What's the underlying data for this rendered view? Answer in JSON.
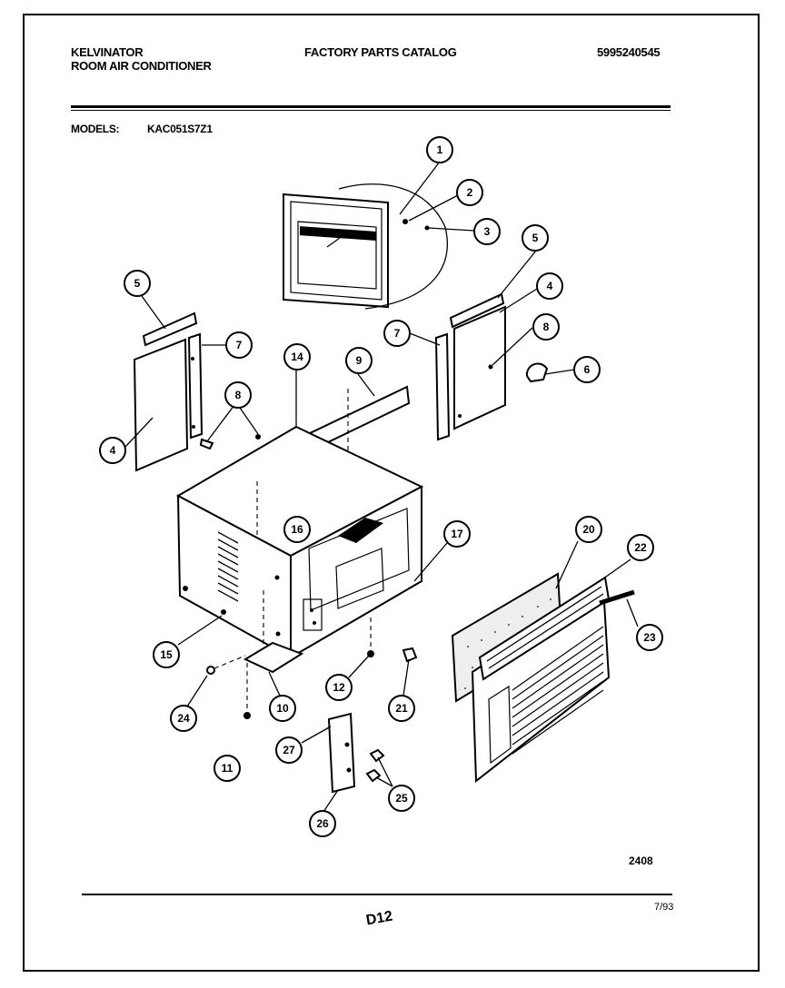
{
  "header": {
    "brand": "KELVINATOR",
    "product": "ROOM AIR CONDITIONER",
    "catalog_title": "FACTORY PARTS CATALOG",
    "catalog_number": "5995240545",
    "models_label": "MODELS:",
    "model_number": "KAC051S7Z1"
  },
  "callouts": [
    "1",
    "2",
    "3",
    "5",
    "4",
    "8",
    "6",
    "7",
    "5",
    "7",
    "14",
    "9",
    "8",
    "4",
    "16",
    "17",
    "20",
    "22",
    "23",
    "15",
    "12",
    "21",
    "10",
    "24",
    "11",
    "27",
    "25",
    "26"
  ],
  "footer": {
    "figure_number": "2408",
    "page_code": "D12",
    "date": "7/93"
  }
}
